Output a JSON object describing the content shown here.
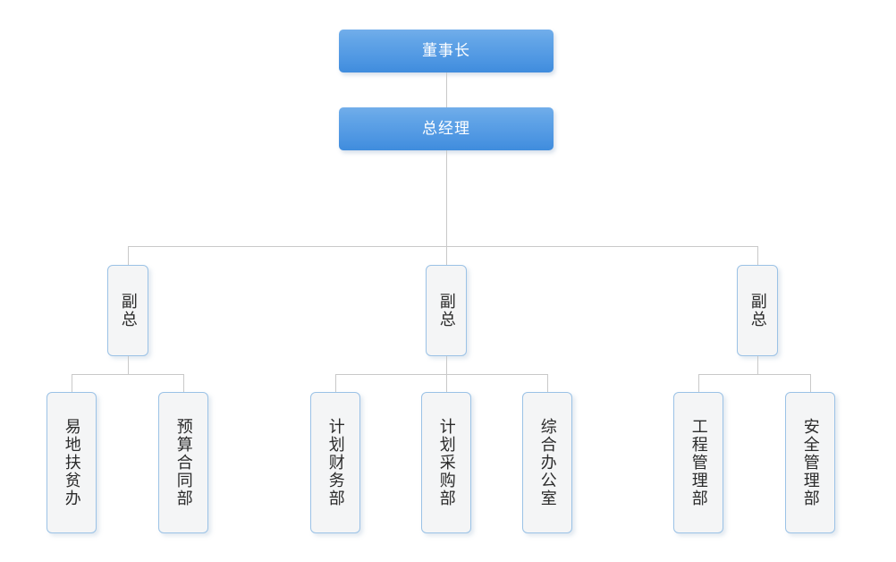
{
  "chart": {
    "type": "org-chart",
    "title": "",
    "orientation": "top-down",
    "colors": {
      "executive_box_gradient_top": "#72aeea",
      "executive_box_gradient_bottom": "#3f8cdd",
      "executive_text": "#ffffff",
      "node_fill": "#f4f5f6",
      "node_border": "#9bc2e6",
      "node_text": "#2b2b2b",
      "connector_line": "#c9c9c9",
      "background": "#ffffff"
    },
    "levels": {
      "executive": [
        {
          "id": "chairman",
          "label": "董事长"
        },
        {
          "id": "general-manager",
          "label": "总经理"
        }
      ],
      "vice_presidents": [
        {
          "id": "vp-1",
          "label": "副总"
        },
        {
          "id": "vp-2",
          "label": "副总"
        },
        {
          "id": "vp-3",
          "label": "副总"
        }
      ],
      "departments": [
        {
          "id": "dept-relocation-poverty-office",
          "label": "易地扶贫办",
          "parent": "vp-1"
        },
        {
          "id": "dept-budget-contract",
          "label": "预算合同部",
          "parent": "vp-1"
        },
        {
          "id": "dept-plan-finance",
          "label": "计划财务部",
          "parent": "vp-2"
        },
        {
          "id": "dept-plan-procurement",
          "label": "计划采购部",
          "parent": "vp-2"
        },
        {
          "id": "dept-general-office",
          "label": "综合办公室",
          "parent": "vp-2"
        },
        {
          "id": "dept-engineering-management",
          "label": "工程管理部",
          "parent": "vp-3"
        },
        {
          "id": "dept-safety-management",
          "label": "安全管理部",
          "parent": "vp-3"
        }
      ]
    }
  }
}
